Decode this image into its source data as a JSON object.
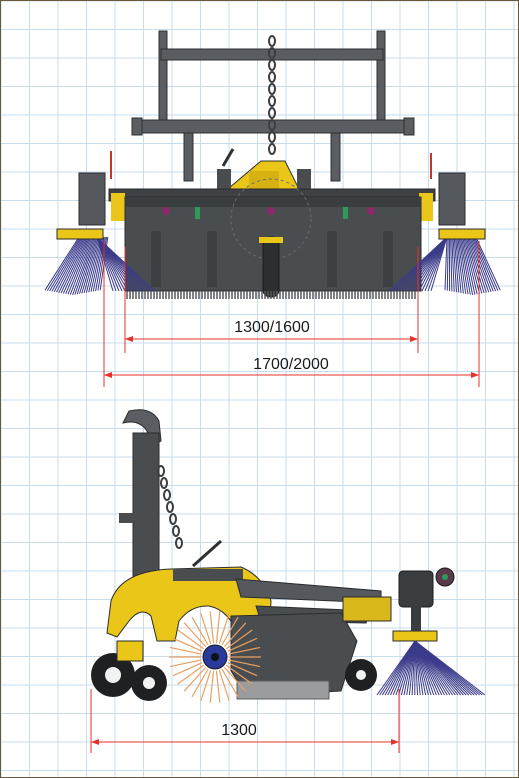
{
  "dimensions": {
    "inner_width": "1300/1600",
    "outer_width": "1700/2000",
    "side_length": "1300"
  },
  "colors": {
    "dimension_line": "#e8302a",
    "grid": "#c9dcec",
    "frame_yellow": "#e9c617",
    "body_gray": "#4a4d50",
    "bristle_blue": "#3a3a8a",
    "bristle_orange": "#e8a060"
  },
  "icons": {
    "front_view": "road-sweeper-front-view",
    "side_view": "road-sweeper-side-view"
  }
}
